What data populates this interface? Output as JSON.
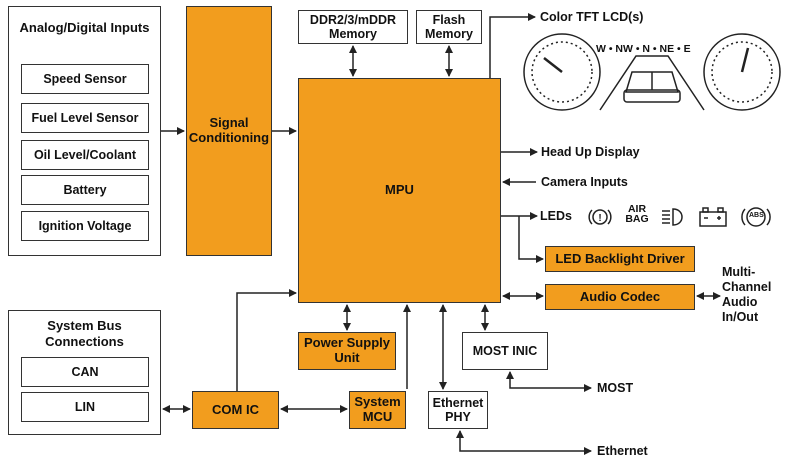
{
  "inputs": {
    "title": "Analog/Digital Inputs",
    "items": [
      "Speed Sensor",
      "Fuel Level Sensor",
      "Oil Level/Coolant",
      "Battery",
      "Ignition Voltage"
    ]
  },
  "bus": {
    "title": "System Bus Connections",
    "items": [
      "CAN",
      "LIN"
    ]
  },
  "blocks": {
    "signal": "Signal Conditioning",
    "mpu": "MPU",
    "ddr": "DDR2/3/mDDR Memory",
    "flash": "Flash Memory",
    "psu": "Power Supply Unit",
    "sysmcu": "System MCU",
    "comic": "COM IC",
    "eth_phy": "Ethernet PHY",
    "most_inic": "MOST INIC",
    "led_driver": "LED Backlight Driver",
    "audio_codec": "Audio Codec"
  },
  "labels": {
    "tft": "Color TFT LCD(s)",
    "hud": "Head Up Display",
    "camera": "Camera Inputs",
    "leds": "LEDs",
    "audio_io": "Multi-Channel Audio In/Out",
    "most": "MOST",
    "ethernet": "Ethernet",
    "compass": "W • NW • N • NE • E",
    "airbag": "AIR BAG",
    "abs": "ABS"
  },
  "colors": {
    "block_fill": "#f29d1e",
    "line": "#222222"
  },
  "icons": [
    "brake-warning-icon",
    "airbag-icon",
    "headlight-icon",
    "battery-icon",
    "abs-icon"
  ]
}
